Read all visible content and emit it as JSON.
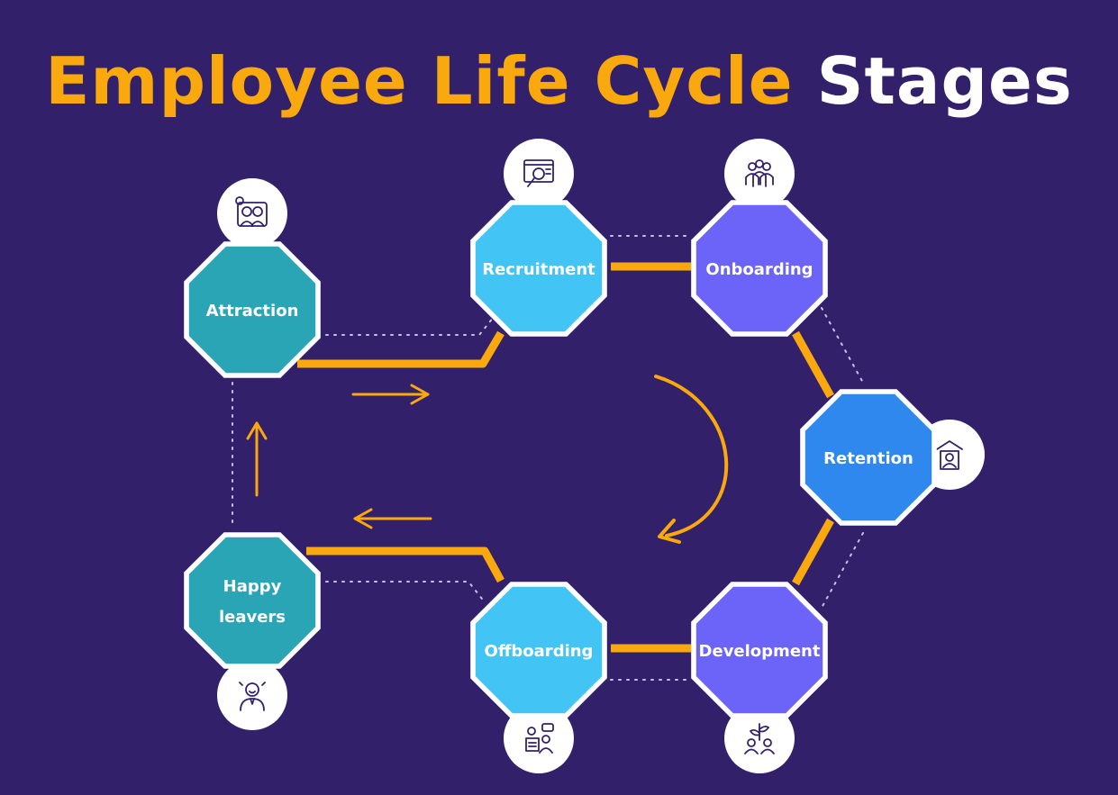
{
  "title": {
    "part1": "Employee Life Cycle",
    "part2": "Stages"
  },
  "colors": {
    "background": "#33206a",
    "accent": "#f9a80d",
    "teal": "#2aa5b5",
    "sky": "#42c5f4",
    "violet": "#6c63f9",
    "blue": "#2f88ee"
  },
  "stages": [
    {
      "id": "attraction",
      "label": "Attraction",
      "color": "teal",
      "icon": "couple-portrait-icon"
    },
    {
      "id": "recruitment",
      "label": "Recruitment",
      "color": "sky",
      "icon": "candidate-search-icon"
    },
    {
      "id": "onboarding",
      "label": "Onboarding",
      "color": "violet",
      "icon": "team-group-icon"
    },
    {
      "id": "retention",
      "label": "Retention",
      "color": "blue",
      "icon": "protected-employee-icon"
    },
    {
      "id": "development",
      "label": "Development",
      "color": "violet",
      "icon": "growth-plant-people-icon"
    },
    {
      "id": "offboarding",
      "label": "Offboarding",
      "color": "sky",
      "icon": "exit-interview-icon"
    },
    {
      "id": "happy-leavers",
      "label": "Happy\nleavers",
      "color": "teal",
      "icon": "smiling-person-icon"
    }
  ]
}
